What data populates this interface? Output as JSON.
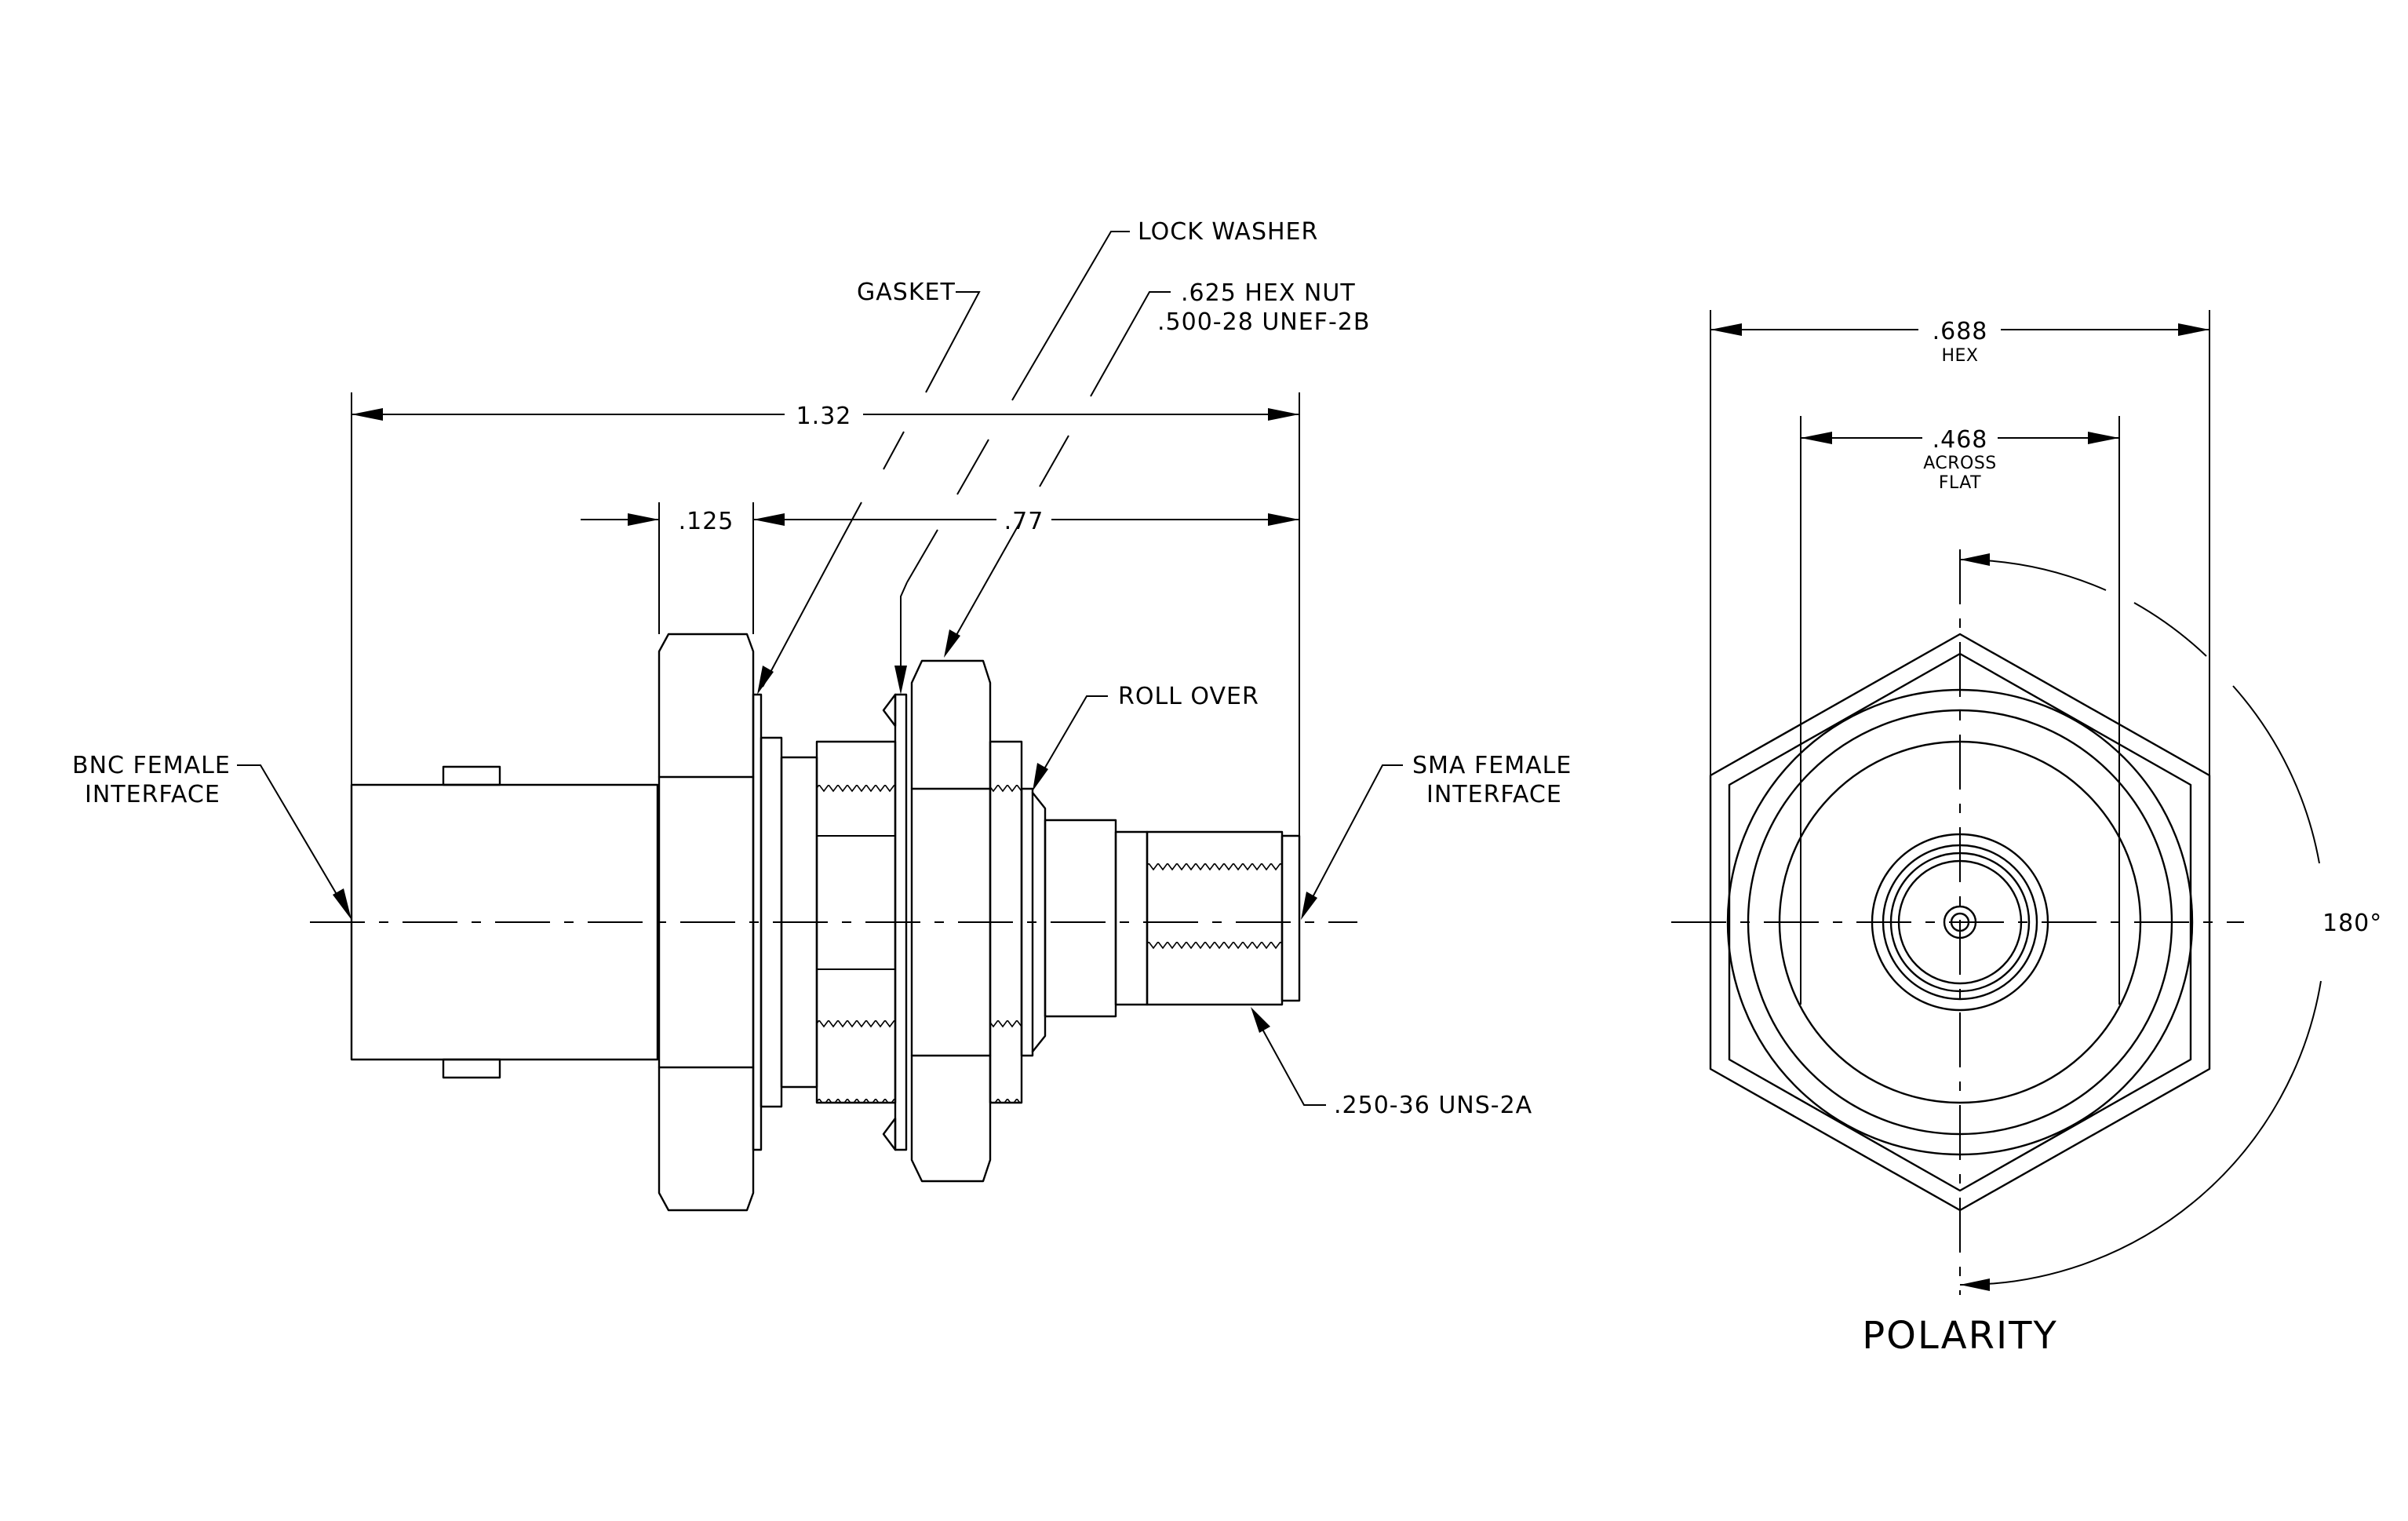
{
  "labels": {
    "bnc_line1": "BNC FEMALE",
    "bnc_line2": "INTERFACE",
    "gasket": "GASKET",
    "lock_washer": "LOCK WASHER",
    "hex_nut_line1": ".625 HEX NUT",
    "hex_nut_line2": ".500-28 UNEF-2B",
    "roll_over": "ROLL OVER",
    "sma_line1": "SMA FEMALE",
    "sma_line2": "INTERFACE",
    "thread_spec": ".250-36 UNS-2A"
  },
  "dimensions": {
    "overall_length": "1.32",
    "flange_thickness": ".125",
    "body_length": ".77",
    "hex_size": ".688",
    "hex_note": "HEX",
    "across_flat": ".468",
    "across_note_line1": "ACROSS",
    "across_note_line2": "FLAT",
    "angle": "180°"
  },
  "view_titles": {
    "end_view": "POLARITY"
  }
}
